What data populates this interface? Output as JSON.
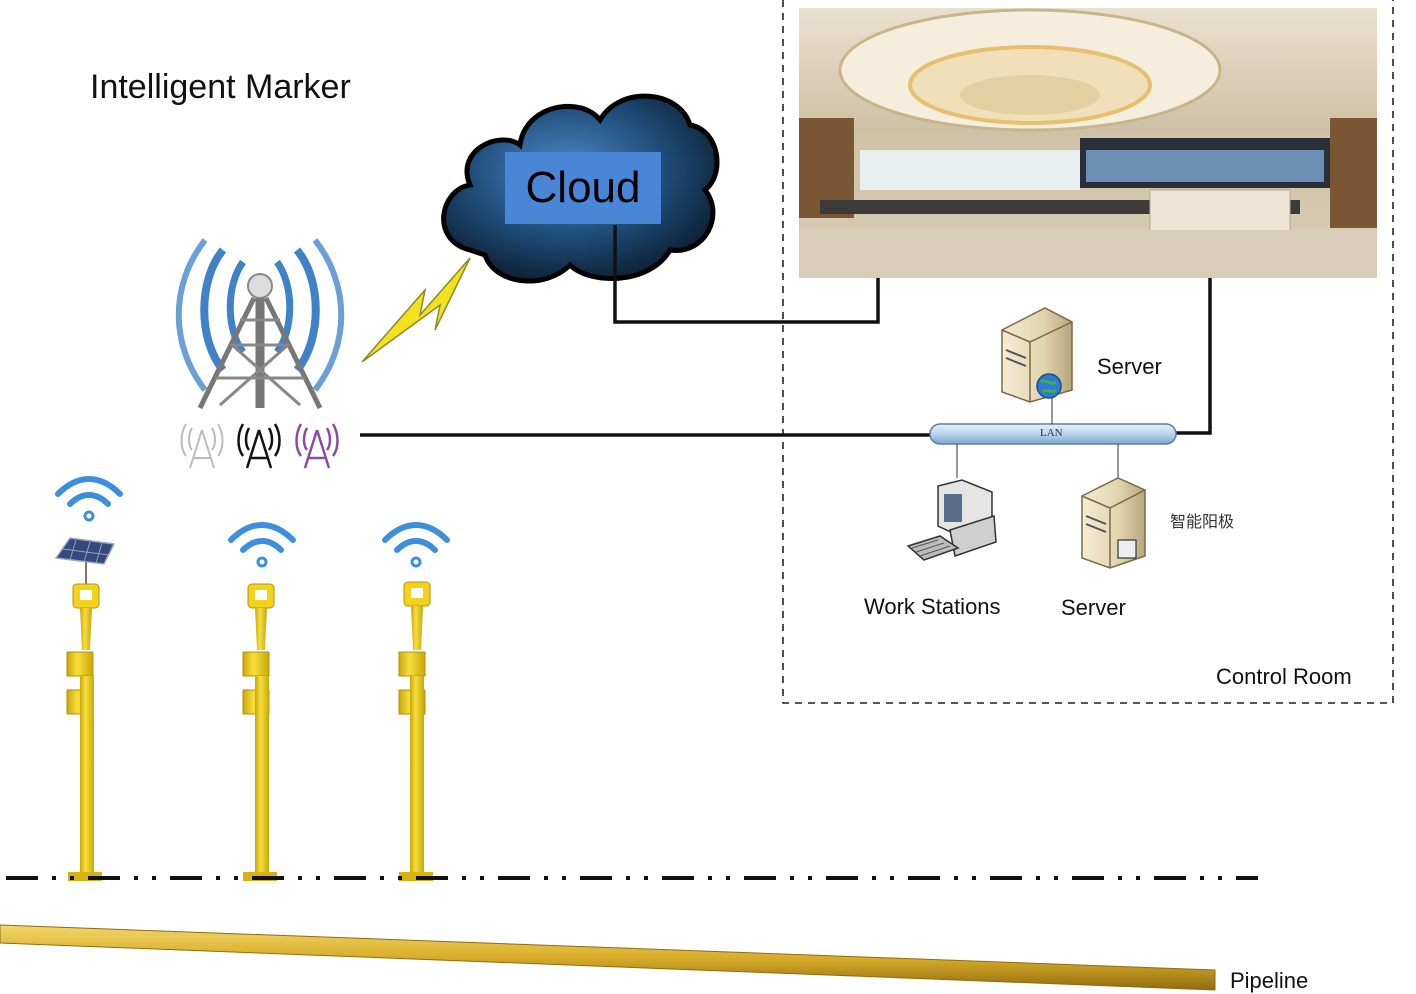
{
  "title": "Intelligent Marker",
  "cloud": {
    "label": "Cloud"
  },
  "control_room": {
    "label": "Control Room",
    "server_top_label": "Server",
    "lan_label": "LAN",
    "workstations_label": "Work Stations",
    "server_bottom_label": "Server",
    "chinese_fragment": "智能阳极"
  },
  "pipeline": {
    "label": "Pipeline"
  },
  "markers": {
    "count": 3
  },
  "colors": {
    "cloud_box": "#4a86d6",
    "marker_yellow": "#f3d21c",
    "wifi_blue": "#3d8fdc",
    "lan_bar": "#b9d4ee",
    "pipeline": "#d9ad2a"
  }
}
